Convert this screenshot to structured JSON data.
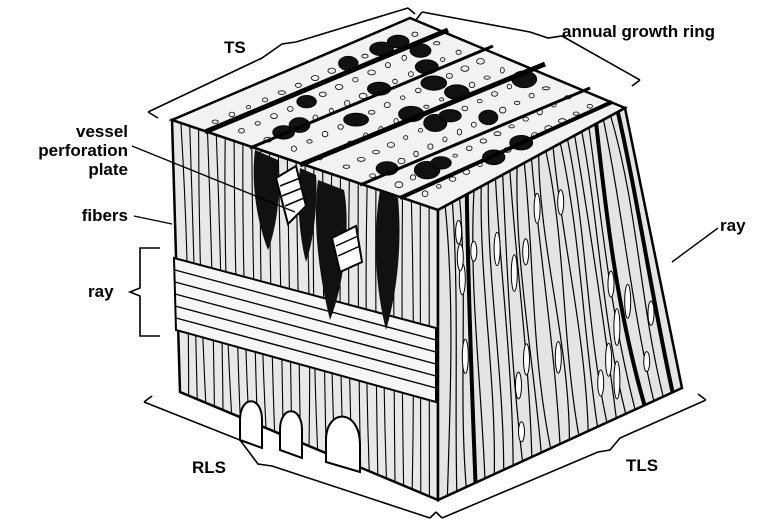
{
  "diagram": {
    "labels": {
      "ts": "TS",
      "annual_growth_ring": "annual growth ring",
      "vessel_line1": "vessel",
      "vessel_line2": "perforation",
      "vessel_line3": "plate",
      "fibers": "fibers",
      "ray_left": "ray",
      "ray_right": "ray",
      "rls": "RLS",
      "tls": "TLS"
    },
    "colors": {
      "ink": "#000000",
      "paper": "#ffffff",
      "shade": "#2a2a2a"
    }
  }
}
